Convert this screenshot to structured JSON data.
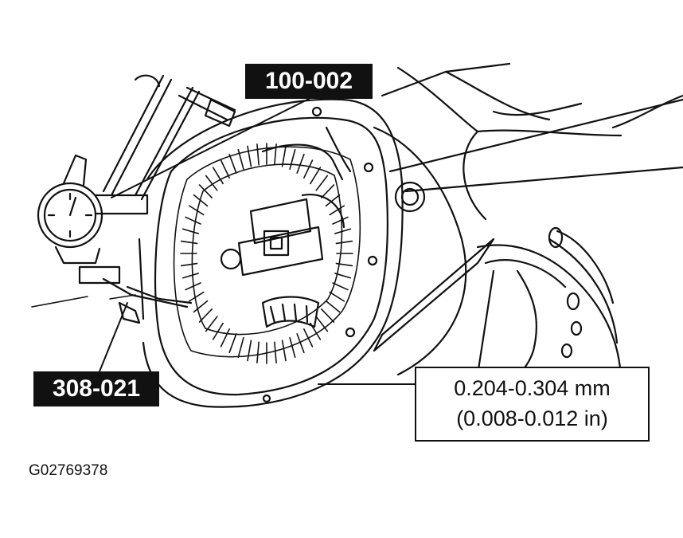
{
  "callouts": {
    "tool_dial_indicator_holder": "100-002",
    "tool_gauge": "308-021"
  },
  "specification": {
    "metric": "0.204-0.304 mm",
    "imperial": "(0.008-0.012 in)"
  },
  "figure_id": "G02769378",
  "colors": {
    "ink": "#111111",
    "paper": "#ffffff"
  }
}
